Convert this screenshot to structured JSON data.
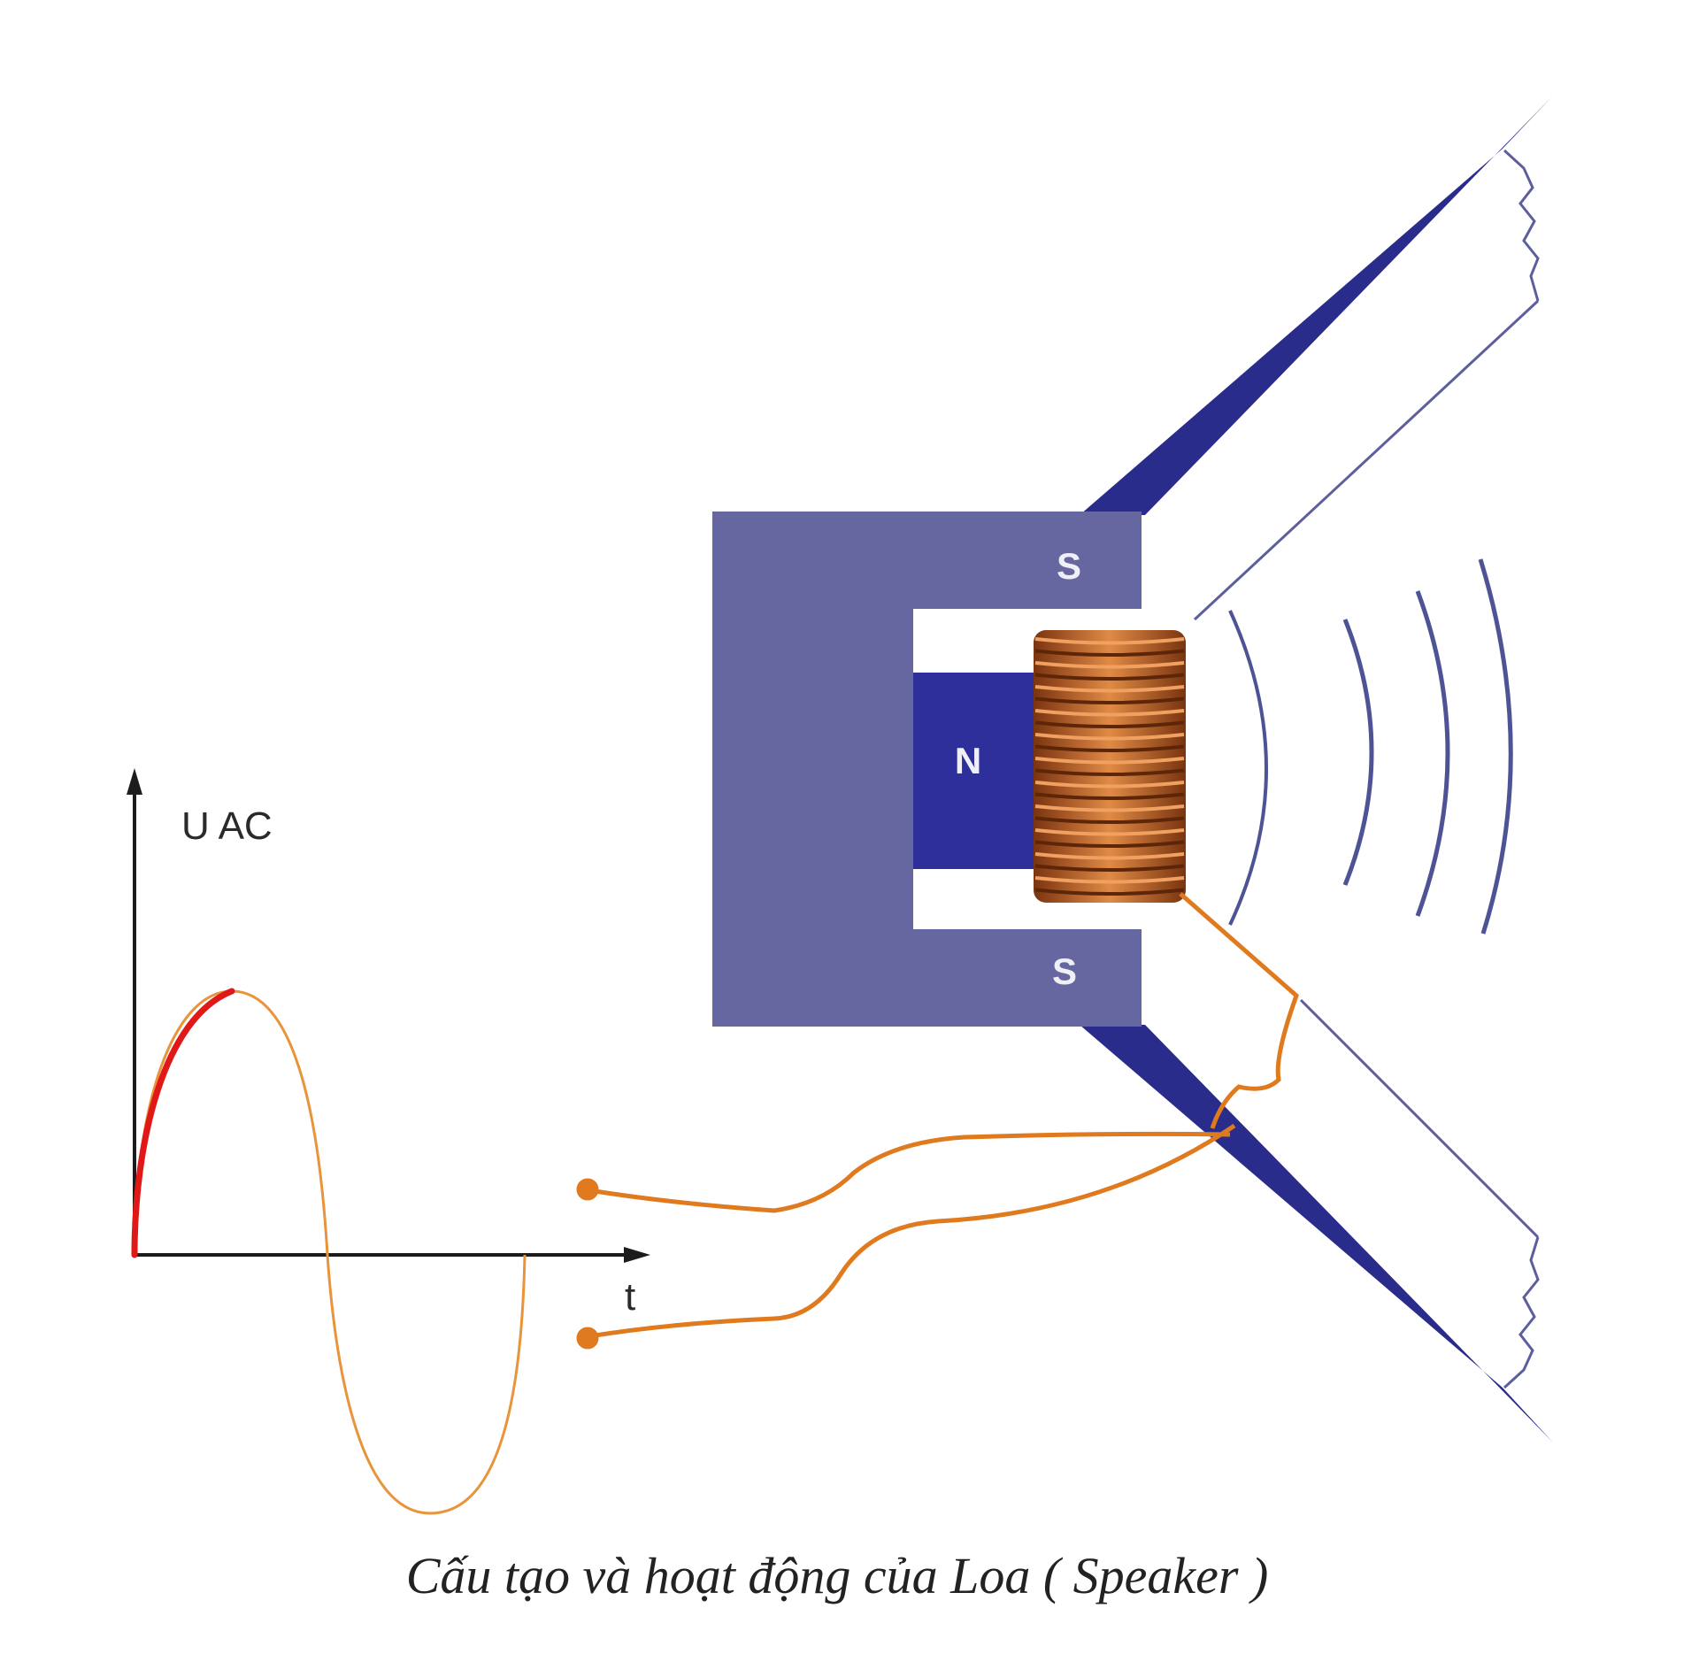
{
  "labels": {
    "pole_top": "S",
    "pole_bottom": "S",
    "pole_center": "N",
    "y_axis": "U AC",
    "x_axis": "t"
  },
  "caption": "Cấu tạo và hoạt động của Loa ( Speaker )",
  "colors": {
    "magnet_frame": "#6667a0",
    "magnet_core": "#2e2f9a",
    "cone": "#2a2c8c",
    "coil": "#b3581e",
    "wire": "#e07a1e",
    "signal_wave": "#e8943a",
    "signal_highlight": "#e01818",
    "sound_waves": "#4e5396"
  }
}
